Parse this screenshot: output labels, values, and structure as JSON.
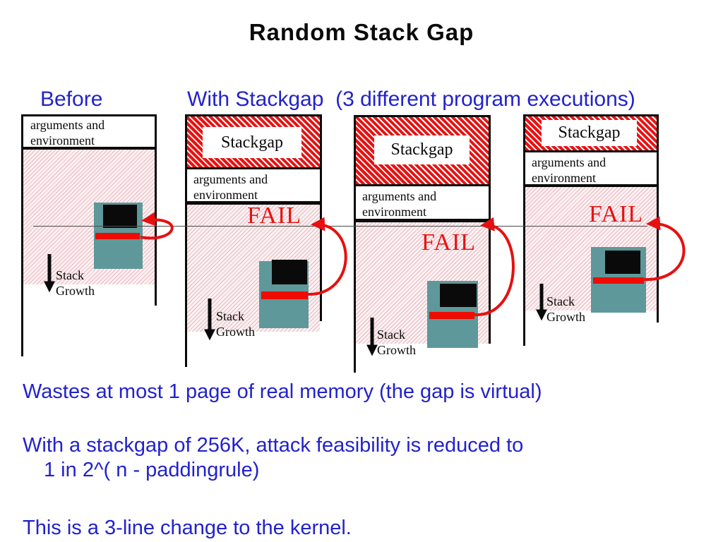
{
  "slide": {
    "title": "Random Stack Gap",
    "heading_before": "Before",
    "heading_with": "With Stackgap  (3 different program executions)"
  },
  "columns": [
    {
      "name": "before",
      "args_line1": "arguments and",
      "args_line2": "environment",
      "stack1": "Stack",
      "stack2": "Growth"
    },
    {
      "name": "stackgap-run-1",
      "stackgap": "Stackgap",
      "args_line1": "arguments and",
      "args_line2": "environment",
      "fail": "FAIL",
      "stack1": "Stack",
      "stack2": "Growth"
    },
    {
      "name": "stackgap-run-2",
      "stackgap": "Stackgap",
      "args_line1": "arguments and",
      "args_line2": "environment",
      "fail": "FAIL",
      "stack1": "Stack",
      "stack2": "Growth"
    },
    {
      "name": "stackgap-run-3",
      "stackgap": "Stackgap",
      "args_line1": "arguments and",
      "args_line2": "environment",
      "fail": "FAIL",
      "stack1": "Stack",
      "stack2": "Growth"
    }
  ],
  "notes": {
    "line1": "Wastes at most 1 page of real memory (the gap is virtual)",
    "line2": "With a stackgap of 256K, attack feasibility is reduced to",
    "line3": "1 in 2^( n - paddingrule)",
    "line4": "This is a 3-line change to the kernel."
  },
  "colors": {
    "heading_blue": "#2222cd",
    "fail_red": "#e81212",
    "arrow_red": "#e61010",
    "stackgap_stripe_red": "#e81212",
    "stack_region_pink": "#fcf1f1",
    "computer_teal": "#5f989a",
    "overwrite_bar_red": "#ee0b00",
    "border_black": "#0a0a0a"
  },
  "icons": {
    "computer_icon": "teal terminal with black screen and red overwrite bar",
    "stack_growth_arrow_icon": "black downward arrow",
    "attack_loop_arrow_icon": "red loop arrow pointing left",
    "attack_target_line": "thin gray horizontal line"
  }
}
